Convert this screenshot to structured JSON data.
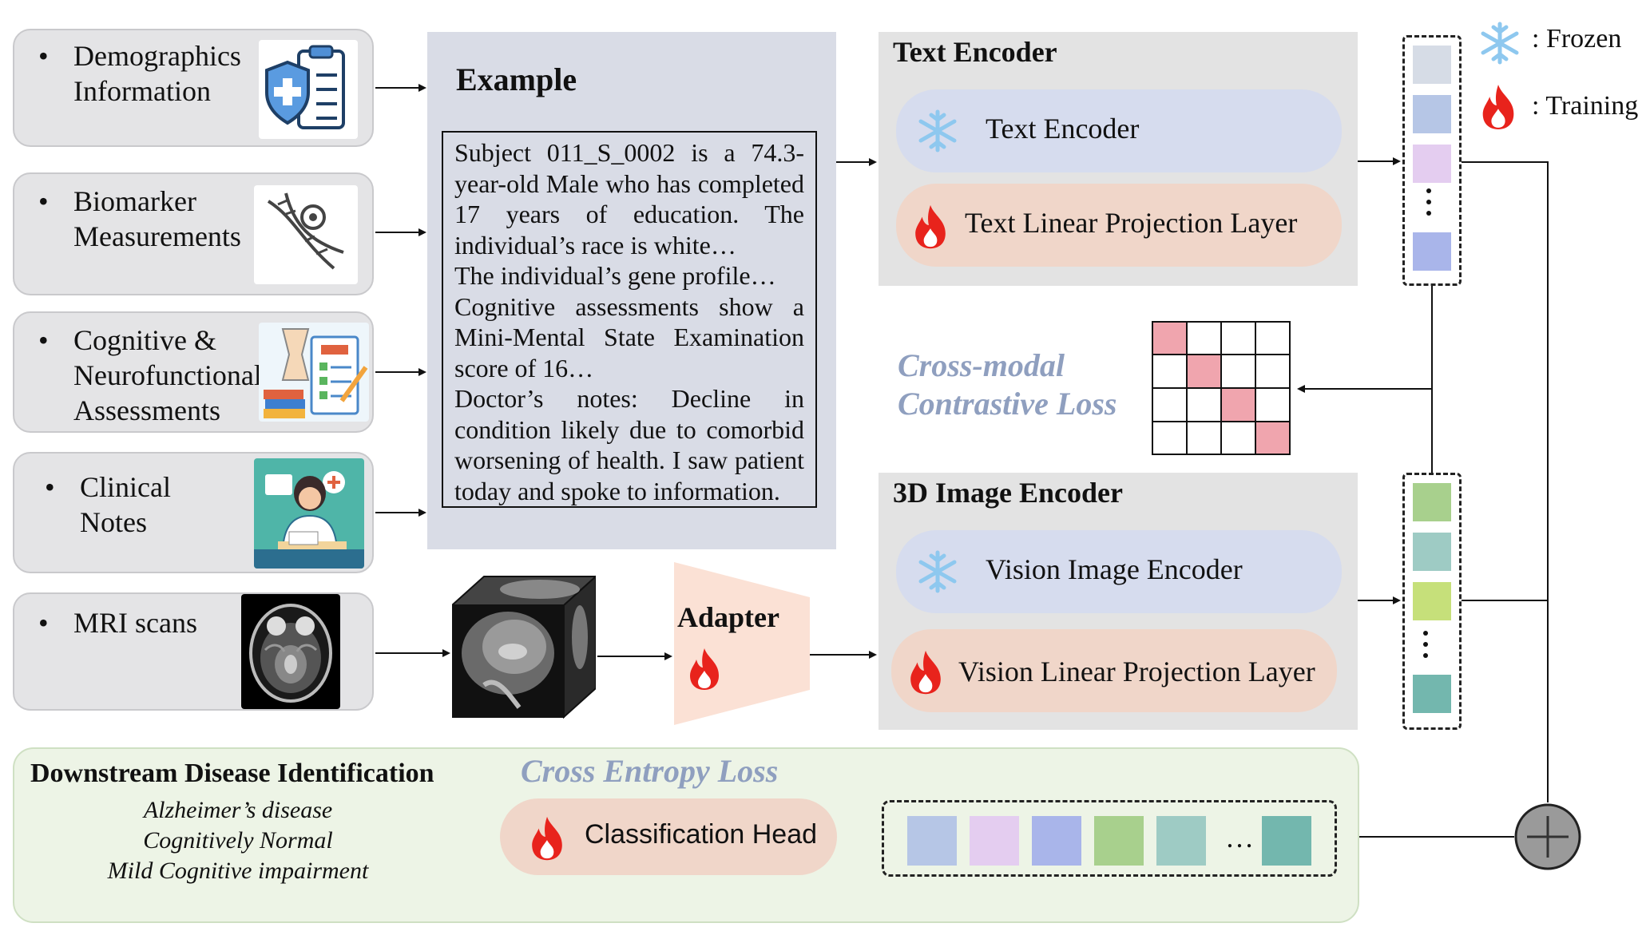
{
  "inputs": [
    {
      "label": "Demographics\nInformation",
      "icon": "medical-clipboard-icon"
    },
    {
      "label": "Biomarker\nMeasurements",
      "icon": "dna-gear-icon"
    },
    {
      "label": "Cognitive &\nNeurofunctional\nAssessments",
      "icon": "exam-checklist-icon"
    },
    {
      "label": "Clinical\nNotes",
      "icon": "doctor-writing-icon"
    },
    {
      "label": "MRI scans",
      "icon": "brain-mri-icon"
    }
  ],
  "bullet": "•",
  "example": {
    "title": "Example",
    "paragraphs": [
      "Subject 011_S_0002 is a 74.3-year-old Male who has completed 17 years of education. The individual’s race is white…",
      "The individual’s gene profile…",
      "Cognitive assessments show a Mini-Mental State Examination score of 16…",
      "Doctor’s notes: Decline in condition likely due to comorbid worsening of health. I saw patient today and spoke to information."
    ]
  },
  "text_encoder": {
    "title": "Text Encoder",
    "encoder_label": "Text Encoder",
    "projection_label": "Text Linear Projection Layer"
  },
  "image_encoder": {
    "title": "3D Image Encoder",
    "encoder_label": "Vision Image Encoder",
    "projection_label": "Vision Linear Projection Layer"
  },
  "adapter": {
    "label": "Adapter"
  },
  "legend": {
    "frozen": ": Frozen",
    "training": ": Training"
  },
  "losses": {
    "cross_modal_line1": "Cross-modal",
    "cross_modal_line2": "Contrastive Loss",
    "cross_entropy": "Cross Entropy Loss"
  },
  "downstream": {
    "title": "Downstream Disease Identification",
    "classes": [
      "Alzheimer’s disease",
      "Cognitively Normal",
      "Mild Cognitive impairment"
    ],
    "head_label": "Classification Head",
    "ellipsis": "…"
  },
  "colors": {
    "frozen_pill": "#d6dcee",
    "training_pill": "#f0d6c9",
    "snowflake": "#8ec8ef",
    "fire": "#e8231c",
    "matrix_diag": "#f0a5ae",
    "text_tokens": [
      "#d6dce6",
      "#b6c6e6",
      "#e4cdf0",
      "#a9b5ea"
    ],
    "image_tokens": [
      "#a8d08d",
      "#9ecbc4",
      "#c6e07a",
      "#73b7ae"
    ],
    "features": [
      "#b6c6e6",
      "#e4cdf0",
      "#a9b5ea",
      "#a8d08d",
      "#9ecbc4",
      "#73b7ae"
    ]
  }
}
